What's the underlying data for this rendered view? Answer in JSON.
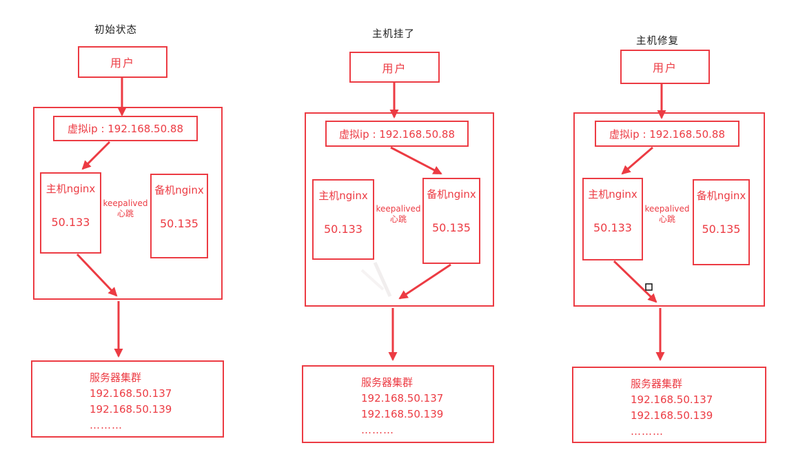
{
  "colors": {
    "accent_red": "#ec3b43",
    "title_text": "#1f1f1f",
    "ghost_gray": "#f1eeee",
    "handle_black": "#111111"
  },
  "panels": [
    {
      "title": "初始状态",
      "user_label": "用户",
      "vip_label": "虚拟ip : 192.168.50.88",
      "master": {
        "name": "主机nginx",
        "ip": "50.133"
      },
      "backup": {
        "name": "备机nginx",
        "ip": "50.135"
      },
      "heartbeat": {
        "line1": "keepalived",
        "line2": "心跳"
      },
      "cluster": {
        "title": "服务器集群",
        "ips": [
          "192.168.50.137",
          "192.168.50.139"
        ],
        "more": "………"
      }
    },
    {
      "title": "主机挂了",
      "user_label": "用户",
      "vip_label": "虚拟ip : 192.168.50.88",
      "master": {
        "name": "主机nginx",
        "ip": "50.133"
      },
      "backup": {
        "name": "备机nginx",
        "ip": "50.135"
      },
      "heartbeat": {
        "line1": "keepalived",
        "line2": "心跳"
      },
      "cluster": {
        "title": "服务器集群",
        "ips": [
          "192.168.50.137",
          "192.168.50.139"
        ],
        "more": "………"
      }
    },
    {
      "title": "主机修复",
      "user_label": "用户",
      "vip_label": "虚拟ip : 192.168.50.88",
      "master": {
        "name": "主机nginx",
        "ip": "50.133"
      },
      "backup": {
        "name": "备机nginx",
        "ip": "50.135"
      },
      "heartbeat": {
        "line1": "keepalived",
        "line2": "心跳"
      },
      "cluster": {
        "title": "服务器集群",
        "ips": [
          "192.168.50.137",
          "192.168.50.139"
        ],
        "more": "………"
      }
    }
  ]
}
